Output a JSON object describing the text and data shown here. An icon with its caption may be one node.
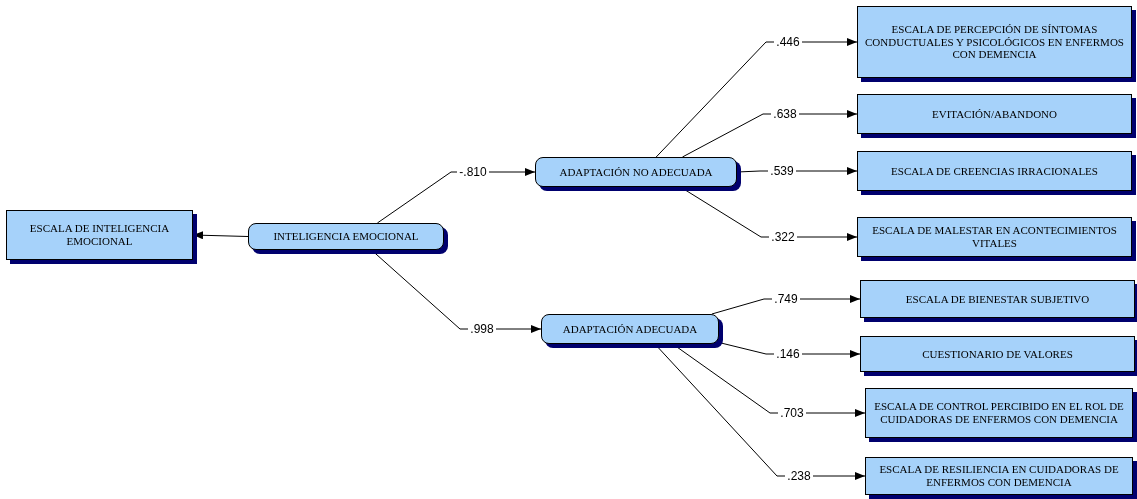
{
  "diagram": {
    "nodes": [
      {
        "text": [
          "ESCALA DE INTELIGENCIA EMOCIONAL"
        ]
      },
      {
        "text": [
          "INTELIGENCIA EMOCIONAL"
        ]
      },
      {
        "text": [
          "ADAPTACIÓN NO ADECUADA"
        ]
      },
      {
        "text": [
          "ADAPTACIÓN ADECUADA"
        ]
      },
      {
        "text": [
          "ESCALA DE PERCEPCIÓN DE SÍNTOMAS CONDUCTUALES Y PSICOLÓGICOS EN ENFERMOS CON DEMENCIA"
        ]
      },
      {
        "text": [
          "EVITACIÓN/ABANDONO"
        ]
      },
      {
        "text": [
          "ESCALA DE CREENCIAS IRRACIONALES"
        ]
      },
      {
        "text": [
          "ESCALA DE MALESTAR EN ACONTECIMIENTOS VITALES"
        ]
      },
      {
        "text": [
          "ESCALA DE BIENESTAR SUBJETIVO"
        ]
      },
      {
        "text": [
          "CUESTIONARIO DE VALORES"
        ]
      },
      {
        "text": [
          "ESCALA DE CONTROL PERCIBIDO EN EL ROL DE CUIDADORAS DE ENFERMOS CON DEMENCIA"
        ]
      },
      {
        "text": [
          "ESCALA DE RESILIENCIA EN CUIDADORAS DE ENFERMOS CON DEMENCIA"
        ]
      }
    ],
    "edges": [
      {
        "from": 1,
        "to": 0,
        "arrow": "to"
      },
      {
        "from": 1,
        "to": 2,
        "arrow": "to",
        "label": "-.810"
      },
      {
        "from": 1,
        "to": 3,
        "arrow": "to",
        "label": ".998"
      },
      {
        "from": 2,
        "to": 4,
        "arrow": "to",
        "label": ".446"
      },
      {
        "from": 2,
        "to": 5,
        "arrow": "to",
        "label": ".638"
      },
      {
        "from": 2,
        "to": 6,
        "arrow": "to",
        "label": ".539"
      },
      {
        "from": 2,
        "to": 7,
        "arrow": "to",
        "label": ".322"
      },
      {
        "from": 3,
        "to": 8,
        "arrow": "to",
        "label": ".749"
      },
      {
        "from": 3,
        "to": 9,
        "arrow": "to",
        "label": ".146"
      },
      {
        "from": 3,
        "to": 10,
        "arrow": "to",
        "label": ".703"
      },
      {
        "from": 3,
        "to": 11,
        "arrow": "to",
        "label": ".238"
      }
    ]
  }
}
